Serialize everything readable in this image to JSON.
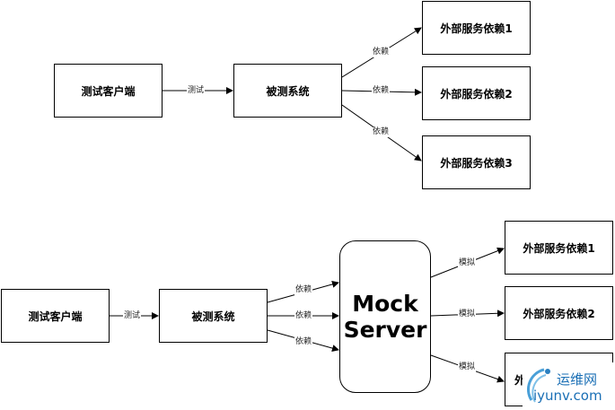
{
  "top": {
    "client": "测试客户端",
    "sut": "被测系统",
    "deps": [
      "外部服务依赖1",
      "外部服务依赖2",
      "外部服务依赖3"
    ],
    "label_test": "测试",
    "label_depend": [
      "依赖",
      "依赖",
      "依赖"
    ]
  },
  "bottom": {
    "client": "测试客户端",
    "sut": "被测系统",
    "mock": [
      "Mock",
      "Server"
    ],
    "deps": [
      "外部服务依赖1",
      "外部服务依赖2",
      "外"
    ],
    "label_test": "测试",
    "label_depend": [
      "依赖",
      "依赖",
      "依赖"
    ],
    "label_mock": [
      "模拟",
      "模拟",
      "模拟"
    ]
  },
  "watermark": {
    "top": "运维网",
    "bottom": "iyunv.com"
  }
}
